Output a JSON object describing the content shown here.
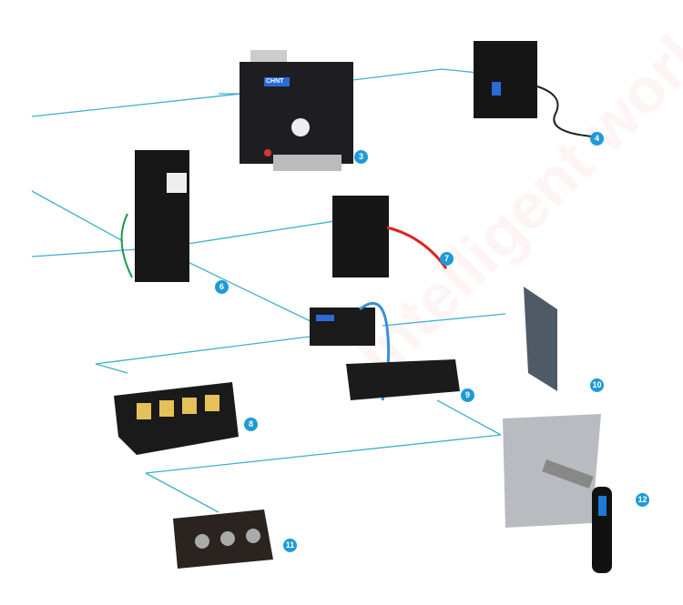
{
  "watermark": {
    "text": "Intelligent work"
  },
  "brand": "CHNT",
  "badges": {
    "b3": "3",
    "b4": "4",
    "b6": "6",
    "b7": "7",
    "b8": "8",
    "b9": "9",
    "b10": "10",
    "b11": "11",
    "b12": "12"
  },
  "colors": {
    "line": "#3fb0cc",
    "badge": "#1e9ad6",
    "product": "#1c1c1c"
  }
}
